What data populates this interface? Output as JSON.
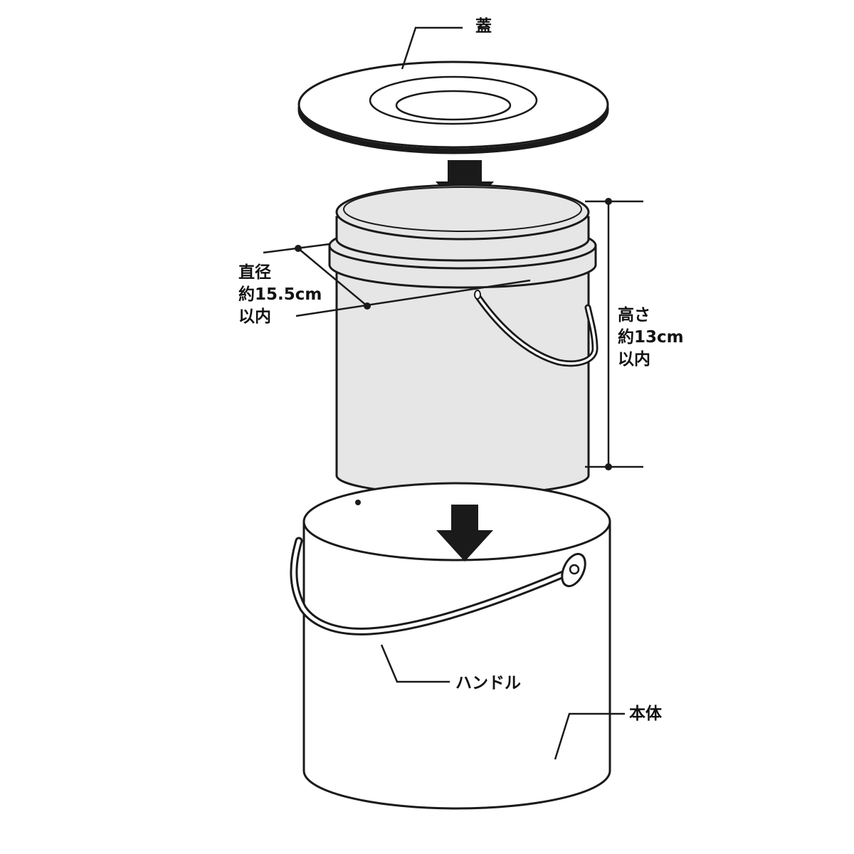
{
  "labels": {
    "lid": "蓋",
    "diameter": [
      "直径",
      "約15.5cm",
      "以内"
    ],
    "height": [
      "高さ",
      "約13cm",
      "以内"
    ],
    "handle": "ハンドル",
    "body": "本体"
  },
  "colors": {
    "line": "#1a1a1a",
    "inner_bucket_fill": "#e6e6e6",
    "background": "#ffffff"
  }
}
